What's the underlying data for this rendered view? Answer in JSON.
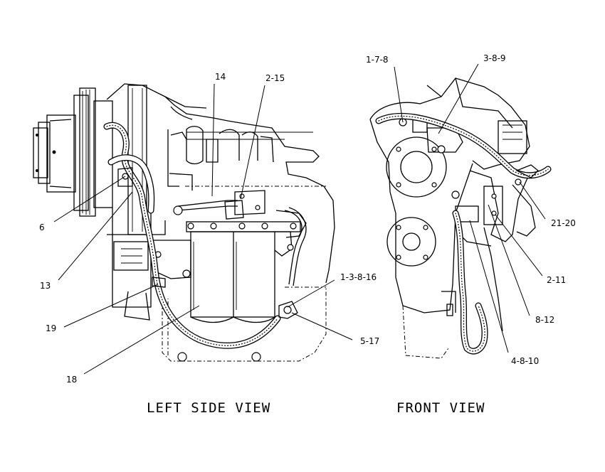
{
  "views": {
    "left": {
      "title": "LEFT SIDE VIEW"
    },
    "front": {
      "title": "FRONT VIEW"
    }
  },
  "callouts": {
    "left": [
      "14",
      "2-15",
      "6",
      "13",
      "19",
      "18",
      "1-3-8-16",
      "5-17"
    ],
    "front": [
      "1-7-8",
      "3-8-9",
      "21-20",
      "2-11",
      "8-12",
      "4-8-10"
    ]
  }
}
